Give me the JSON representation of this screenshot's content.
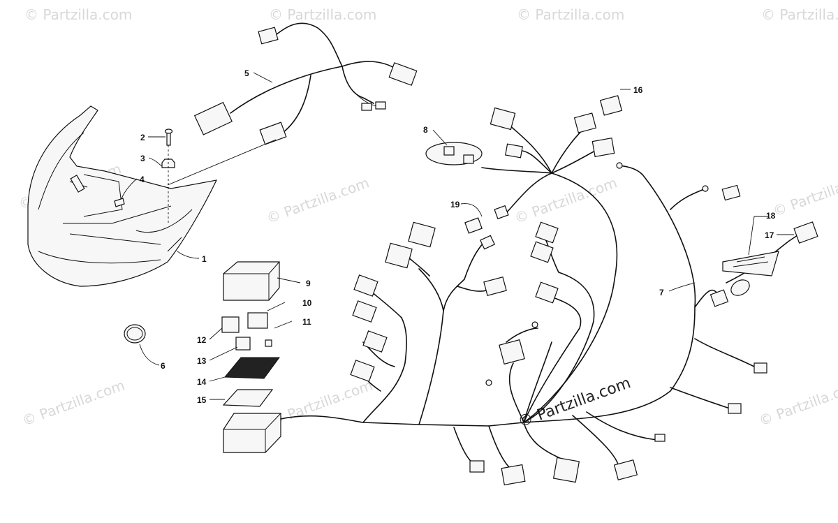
{
  "watermark": {
    "text": "© Partzilla.com",
    "prominent": "© Partzilla.com"
  },
  "callouts": [
    "1",
    "2",
    "3",
    "4",
    "5",
    "6",
    "7",
    "8",
    "9",
    "10",
    "11",
    "12",
    "13",
    "14",
    "15",
    "16",
    "17",
    "18",
    "19"
  ]
}
